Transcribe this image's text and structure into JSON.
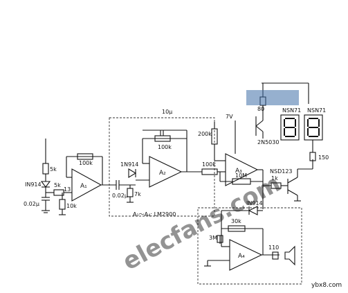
{
  "description": {
    "text": ""
  },
  "labels": {
    "input_signal": "",
    "input_filter_label": "",
    "r_5k_a": "5k",
    "r_5k_b": "5k",
    "r_10k": "10k",
    "r_100k_a": "100k",
    "r_7k": "7k",
    "r_100k_fb": "100k",
    "r_100k_b": "100k",
    "r_200k": "200k",
    "r_10m": "10M",
    "r_1k": "1k",
    "r_80": "80",
    "r_150": "150",
    "r_30k": "30k",
    "r_3m": "3M",
    "r_110": "110",
    "c_002_a": "0.02μ",
    "c_002_b": "0.02μ",
    "c_10u": "10μ",
    "d_in914_a": "IN914",
    "d_in914_b": "1N914",
    "d_in914_c": "IN914",
    "pin_13": "13",
    "amp_a1": "A₁",
    "amp_a2": "A₂",
    "amp_a3": "A₃",
    "amp_a4": "A₄",
    "transistor_a": "2N5030",
    "transistor_b": "NSD123",
    "display_a": "NSN71",
    "display_b": "NSN71",
    "v_7v": "7V",
    "speedometer_label": "",
    "comparator_label": "",
    "ic_label": "A₁～A₄: LM2900",
    "supply_label": "",
    "speed_display_label": "",
    "tone_label": ""
  },
  "watermark": {
    "text": "elecfans.com",
    "site": "ybx8.com"
  }
}
